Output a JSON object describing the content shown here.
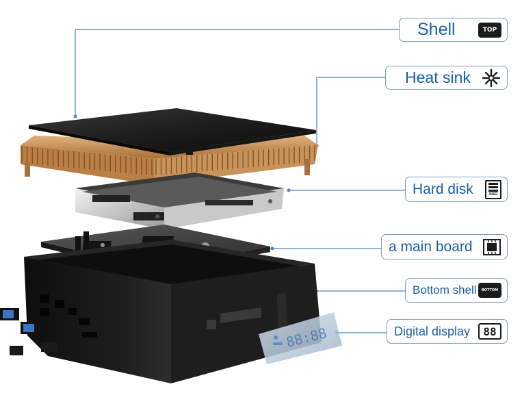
{
  "labels": {
    "shell": {
      "text": "Shell",
      "icon": "top-badge-icon",
      "badge_text": "TOP"
    },
    "heat_sink": {
      "text": "Heat sink",
      "icon": "snowflake-fan-icon"
    },
    "hard_disk": {
      "text": "Hard disk",
      "icon": "ssd-icon",
      "badge_text": "SSD"
    },
    "main_board": {
      "text": "a main board",
      "icon": "chip-icon"
    },
    "bottom_shell": {
      "text": "Bottom shell",
      "icon": "bottom-badge-icon",
      "badge_text": "BOTTOM"
    },
    "digital_display": {
      "text": "Digital display",
      "icon": "digit-display-icon",
      "badge_text": "88"
    }
  },
  "display_readout": "88:88",
  "colors": {
    "label_text": "#1b5fa8",
    "label_border": "#7f9bbd",
    "leader_line": "#4a86c8",
    "heatsink_copper": "#c8935a",
    "device_black": "#151515"
  }
}
